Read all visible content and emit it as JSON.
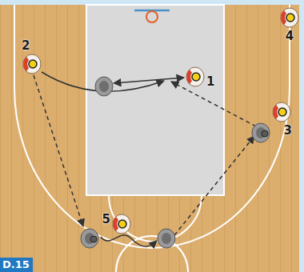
{
  "diagram": {
    "nodes": [
      {
        "text": [
          "2"
        ]
      },
      {
        "text": [
          "1"
        ]
      },
      {
        "text": [
          "4"
        ]
      },
      {
        "text": [
          "3"
        ]
      },
      {
        "text": [
          "5"
        ]
      }
    ],
    "labels": [
      "D.15"
    ]
  }
}
